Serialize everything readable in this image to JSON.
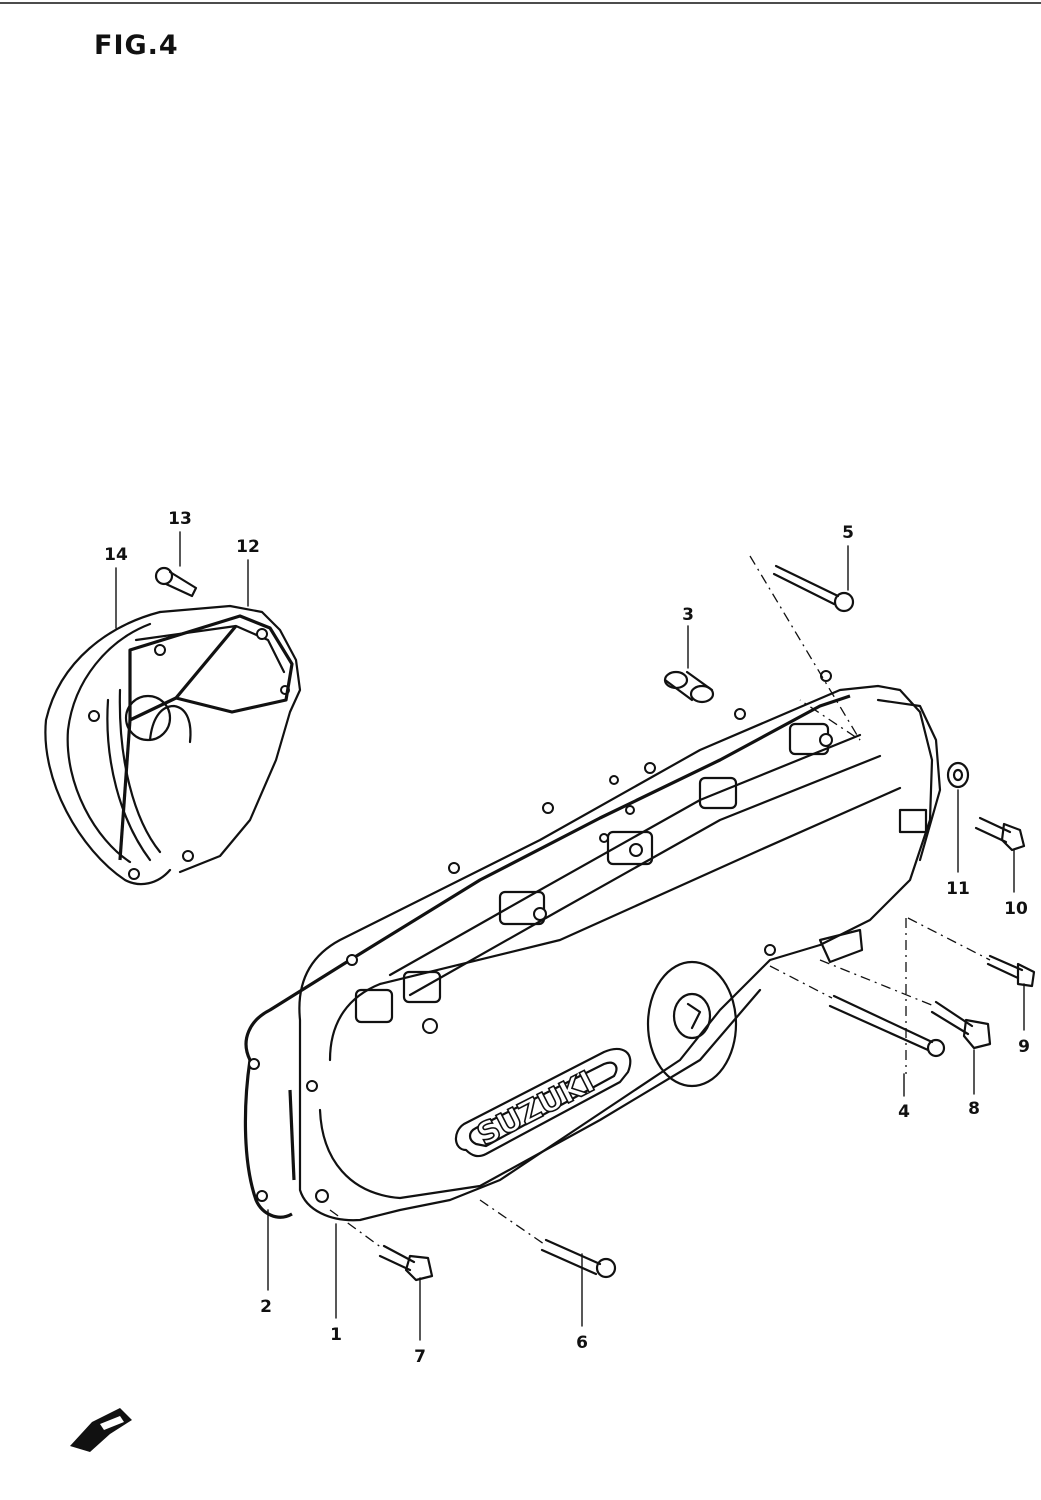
{
  "figure": {
    "title": "FIG.4"
  },
  "logo": {
    "text": "SUZUKI"
  },
  "callouts": [
    "1",
    "2",
    "3",
    "4",
    "5",
    "6",
    "7",
    "8",
    "9",
    "10",
    "11",
    "12",
    "13",
    "14"
  ],
  "ink_color": "#111111",
  "background_color": "#ffffff"
}
